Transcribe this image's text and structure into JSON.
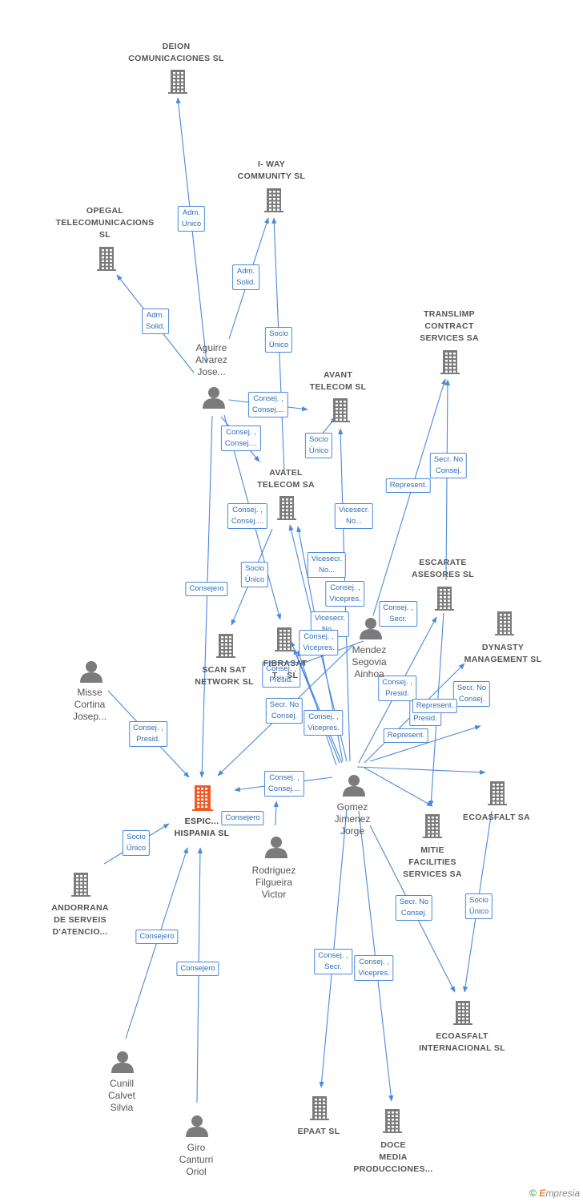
{
  "colors": {
    "edge": "#4a89dc",
    "node": "#7b7b7b",
    "main_node": "#f15a24"
  },
  "nodes": [
    {
      "id": "deion",
      "type": "company",
      "lines": [
        "DEION",
        "COMUNICACIONES SL"
      ]
    },
    {
      "id": "iway",
      "type": "company",
      "lines": [
        "I- WAY",
        "COMMUNITY SL"
      ]
    },
    {
      "id": "opegal",
      "type": "company",
      "lines": [
        "OPEGAL",
        "TELECOMUNICACIONS",
        "SL"
      ]
    },
    {
      "id": "translimp",
      "type": "company",
      "lines": [
        "TRANSLIMP",
        "CONTRACT",
        "SERVICES SA"
      ]
    },
    {
      "id": "avant",
      "type": "company",
      "lines": [
        "AVANT",
        "TELECOM  SL"
      ]
    },
    {
      "id": "avatel",
      "type": "company",
      "lines": [
        "AVATEL",
        "TELECOM SA"
      ]
    },
    {
      "id": "escarate",
      "type": "company",
      "lines": [
        "ESCARATE",
        "ASESORES  SL"
      ]
    },
    {
      "id": "dynasty",
      "type": "company",
      "lines": [
        "DYNASTY",
        "MANAGEMENT SL"
      ]
    },
    {
      "id": "scansat",
      "type": "company",
      "lines": [
        "SCAN SAT",
        "NETWORK SL"
      ]
    },
    {
      "id": "fibrasat",
      "type": "company",
      "lines": [
        "FIBRASAT",
        "T... SL"
      ]
    },
    {
      "id": "espic",
      "type": "company",
      "main": true,
      "lines": [
        "ESPIC...",
        "HISPANIA  SL"
      ]
    },
    {
      "id": "ecoasfalt",
      "type": "company",
      "lines": [
        "ECOASFALT SA"
      ]
    },
    {
      "id": "mitie",
      "type": "company",
      "lines": [
        "MITIE",
        "FACILITIES",
        "SERVICES SA"
      ]
    },
    {
      "id": "andorrana",
      "type": "company",
      "lines": [
        "ANDORRANA",
        "DE SERVEIS",
        "D'ATENCIO..."
      ]
    },
    {
      "id": "ecoint",
      "type": "company",
      "lines": [
        "ECOASFALT",
        "INTERNACIONAL SL"
      ]
    },
    {
      "id": "epaat",
      "type": "company",
      "lines": [
        "EPAAT SL"
      ]
    },
    {
      "id": "doce",
      "type": "company",
      "lines": [
        "DOCE",
        "MEDIA",
        "PRODUCCIONES..."
      ]
    },
    {
      "id": "aguirre",
      "type": "person",
      "lines": [
        "Aguirre",
        "Alvarez",
        "Jose..."
      ]
    },
    {
      "id": "mendez",
      "type": "person",
      "lines": [
        "Mendez",
        "Segovia",
        "Ainhoa"
      ]
    },
    {
      "id": "misse",
      "type": "person",
      "lines": [
        "Misse",
        "Cortina",
        "Josep..."
      ]
    },
    {
      "id": "gomez",
      "type": "person",
      "lines": [
        "Gomez",
        "Jimenez",
        "Jorge"
      ]
    },
    {
      "id": "rodriguez",
      "type": "person",
      "lines": [
        "Rodriguez",
        "Filgueira",
        "Victor"
      ]
    },
    {
      "id": "cunill",
      "type": "person",
      "lines": [
        "Cunill",
        "Calvet",
        "Silvia"
      ]
    },
    {
      "id": "giro",
      "type": "person",
      "lines": [
        "Giro",
        "Canturri",
        "Oriol"
      ]
    }
  ],
  "edges": [
    {
      "from": "aguirre",
      "to": "deion",
      "label": [
        "Adm.",
        "Unico"
      ]
    },
    {
      "from": "aguirre",
      "to": "iway",
      "label": [
        "Adm.",
        "Solid."
      ]
    },
    {
      "from": "aguirre",
      "to": "opegal",
      "label": [
        "Adm.",
        "Solid."
      ]
    },
    {
      "from": "avatel",
      "to": "iway",
      "label": [
        "Socio",
        "Único"
      ]
    },
    {
      "from": "aguirre",
      "to": "avant",
      "label": [
        "Consej. ,",
        "Consej...."
      ]
    },
    {
      "from": "aguirre",
      "to": "avatel",
      "label": [
        "Consej. ,",
        "Consej...."
      ]
    },
    {
      "from": "aguirre",
      "to": "fibrasat",
      "label": [
        "Consej. ,",
        "Consej...."
      ]
    },
    {
      "from": "aguirre",
      "to": "espic",
      "label": [
        "Consejero"
      ]
    },
    {
      "from": "avatel",
      "to": "avant",
      "label": [
        "Socio",
        "Único"
      ]
    },
    {
      "from": "avatel",
      "to": "scansat",
      "label": [
        "Socio",
        "Único"
      ]
    },
    {
      "from": "mendez",
      "to": "translimp",
      "label": [
        "Represent."
      ]
    },
    {
      "from": "escarate",
      "to": "translimp",
      "label": [
        "Secr.  No",
        "Consej."
      ]
    },
    {
      "from": "gomez",
      "to": "avant",
      "label": [
        "Vicesecr.",
        "No..."
      ]
    },
    {
      "from": "gomez",
      "to": "avatel",
      "label": [
        "Vicesecr.",
        "No..."
      ]
    },
    {
      "from": "gomez",
      "to": "avatel",
      "label": [
        "Consej. ,",
        "Vicepres."
      ]
    },
    {
      "from": "gomez",
      "to": "fibrasat",
      "label": [
        "Vicesecr.",
        "No..."
      ]
    },
    {
      "from": "gomez",
      "to": "fibrasat",
      "label": [
        "Consej. ,",
        "Vicepres."
      ]
    },
    {
      "from": "mendez",
      "to": "fibrasat",
      "label": [
        "Consej. ,",
        "Presid."
      ]
    },
    {
      "from": "mendez",
      "to": "espic",
      "label": [
        "Secr.  No",
        "Consej."
      ]
    },
    {
      "from": "gomez",
      "to": "fibrasat",
      "label": [
        "Consej. ,",
        "Vicepres."
      ]
    },
    {
      "from": "gomez",
      "to": "escarate",
      "label": [
        "Consej. ,",
        "Secr."
      ]
    },
    {
      "from": "gomez",
      "to": "escarate",
      "label": [
        "Consej. ,",
        "Presid."
      ]
    },
    {
      "from": "gomez",
      "to": "dynasty",
      "label": [
        "Co... ,",
        "Presid."
      ]
    },
    {
      "from": "gomez",
      "to": "ecoasfalt",
      "label": [
        "Secr.  No",
        "Consej."
      ]
    },
    {
      "from": "gomez",
      "to": "mitie",
      "label": [
        "Represent."
      ]
    },
    {
      "from": "escarate",
      "to": "mitie",
      "label": [
        "Represent."
      ]
    },
    {
      "from": "misse",
      "to": "espic",
      "label": [
        "Consej. ,",
        "Presid."
      ]
    },
    {
      "from": "gomez",
      "to": "espic",
      "label": [
        "Consej. ,",
        "Consej...."
      ]
    },
    {
      "from": "rodriguez",
      "to": "espic",
      "label": [
        "Consejero"
      ]
    },
    {
      "from": "andorrana",
      "to": "espic",
      "label": [
        "Socio",
        "Único"
      ]
    },
    {
      "from": "cunill",
      "to": "espic",
      "label": [
        "Consejero"
      ]
    },
    {
      "from": "giro",
      "to": "espic",
      "label": [
        "Consejero"
      ]
    },
    {
      "from": "gomez",
      "to": "ecoint",
      "label": [
        "Secr. No",
        "Consej."
      ]
    },
    {
      "from": "ecoasfalt",
      "to": "ecoint",
      "label": [
        "Socio",
        "Único"
      ]
    },
    {
      "from": "gomez",
      "to": "epaat",
      "label": [
        "Consej. ,",
        "Secr."
      ]
    },
    {
      "from": "gomez",
      "to": "doce",
      "label": [
        "Consej. ,",
        "Vicepres."
      ]
    }
  ],
  "footer": {
    "copyright": "©",
    "brand_e": "E",
    "brand_rest": "mpresia"
  }
}
